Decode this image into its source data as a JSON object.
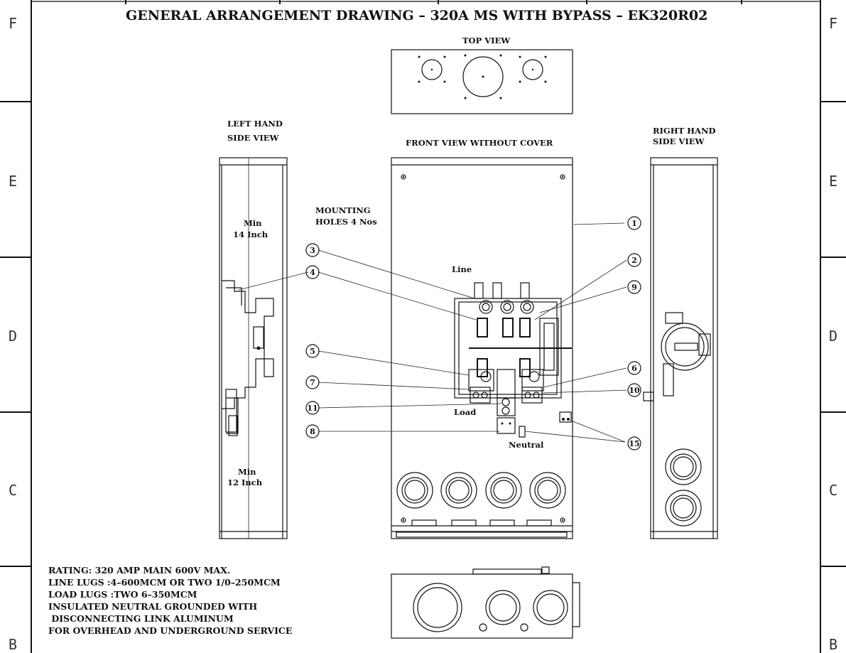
{
  "title": "GENERAL ARRANGEMENT DRAWING – 320A MS WITH BYPASS – EK320R02",
  "zones_left": [
    "F",
    "E",
    "D",
    "C",
    "B"
  ],
  "zones_right": [
    "F",
    "E",
    "D",
    "C",
    "B"
  ],
  "views": {
    "top": "TOP VIEW",
    "left_line1": "LEFT HAND",
    "left_line2": "SIDE VIEW",
    "front": "FRONT VIEW WITHOUT COVER",
    "right_line1": "RIGHT HAND",
    "right_line2": "SIDE VIEW"
  },
  "dimensions": {
    "top_line1": "Min",
    "top_line2": "14 Inch",
    "bottom_line1": "Min",
    "bottom_line2": "12 Inch"
  },
  "annotations": {
    "mounting_line1": "MOUNTING",
    "mounting_line2": "HOLES 4 Nos",
    "line": "Line",
    "load": "Load",
    "neutral": "Neutral"
  },
  "callouts": [
    "1",
    "2",
    "3",
    "4",
    "5",
    "6",
    "7",
    "8",
    "9",
    "10",
    "11",
    "15"
  ],
  "specs": [
    "RATING: 320 AMP MAIN 600V MAX.",
    "LINE LUGS :4–600MCM OR TWO 1/0–250MCM",
    "LOAD LUGS :TWO 6–350MCM",
    "INSULATED NEUTRAL GROUNDED WITH",
    " DISCONNECTING LINK ALUMINUM",
    "FOR OVERHEAD AND UNDERGROUND SERVICE"
  ]
}
